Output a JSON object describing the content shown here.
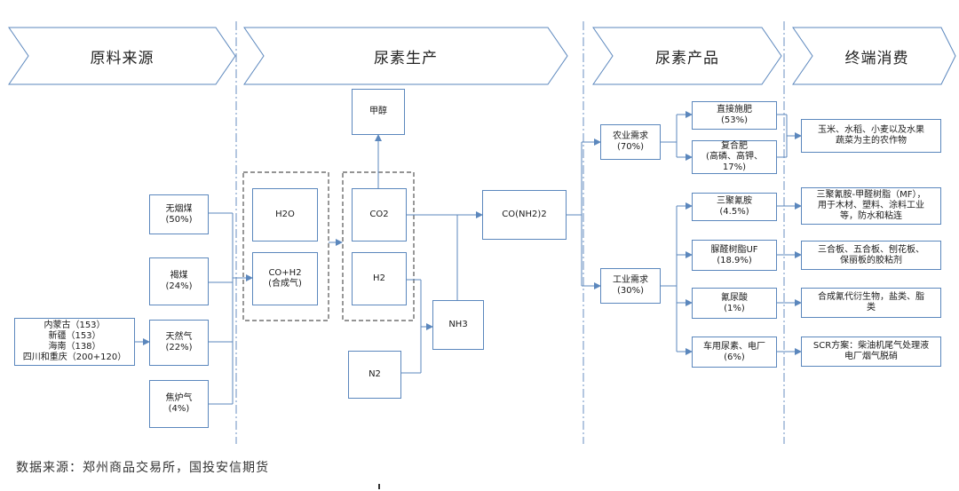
{
  "headers": {
    "raw_materials": "原料来源",
    "urea_production": "尿素生产",
    "urea_products": "尿素产品",
    "end_consumption": "终端消费"
  },
  "raw": {
    "anthracite": "无烟煤\n(50%)",
    "lignite": "褐煤\n(24%)",
    "natural_gas": "天然气\n(22%)",
    "coke_gas": "焦炉气\n(4%)",
    "regions": "内蒙古（153）\n新疆（153）\n海南（138）\n四川和重庆（200+120）"
  },
  "production": {
    "h2o": "H2O",
    "co_h2": "CO+H2\n(合成气)",
    "co2": "CO2",
    "h2": "H2",
    "methanol": "甲醇",
    "n2": "N2",
    "nh3": "NH3",
    "urea": "CO(NH2)2"
  },
  "products": {
    "agri": "农业需求\n(70%)",
    "industry": "工业需求\n(30%)",
    "direct": "直接施肥\n(53%)",
    "compound": "复合肥\n(高磷、高钾、\n17%)",
    "melamine": "三聚氰胺\n(4.5%)",
    "uf_resin": "脲醛树脂UF\n(18.9%)",
    "cyanuric": "氰尿酸\n(1%)",
    "vehicle": "车用尿素、电厂\n(6%)"
  },
  "consumption": {
    "crops": "玉米、水稻、小麦以及水果\n蔬菜为主的农作物",
    "melamine_use": "三聚氰胺-甲醛树脂（MF），\n用于木材、塑料、涂料工业\n等，防水和粘连",
    "board_use": "三合板、五合板、刨花板、\n保丽板的胶粘剂",
    "cyanuric_use": "合成氰代衍生物，盐类、脂\n类",
    "scr_use": "SCR方案：柴油机尾气处理液\n电厂烟气脱硝"
  },
  "source": "数据来源：郑州商品交易所，国投安信期货",
  "colors": {
    "line": "#5b87bd",
    "border": "#5b87bd",
    "dash": "#555555",
    "separator": "#6a8fc0"
  }
}
